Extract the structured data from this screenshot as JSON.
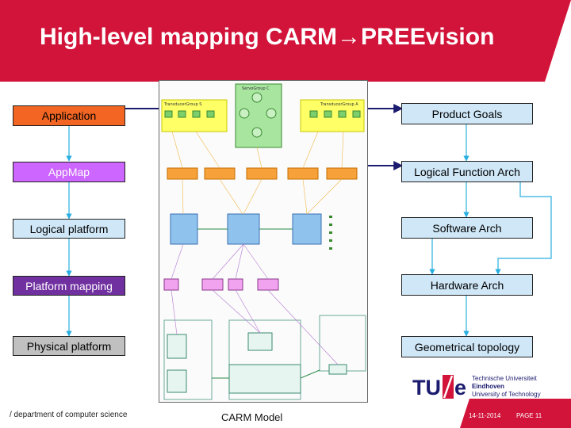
{
  "header": {
    "title": "High-level mapping CARM→PREEvision"
  },
  "left_column": [
    {
      "label": "Application",
      "bg": "#f26522",
      "fg": "#000000"
    },
    {
      "label": "AppMap",
      "bg": "#cc66ff",
      "fg": "#ffffff"
    },
    {
      "label": "Logical platform",
      "bg": "#cfe7f7",
      "fg": "#000000"
    },
    {
      "label": "Platform mapping",
      "bg": "#7030a0",
      "fg": "#ffffff"
    },
    {
      "label": "Physical platform",
      "bg": "#c0c0c0",
      "fg": "#000000"
    }
  ],
  "right_column": [
    {
      "label": "Product Goals"
    },
    {
      "label": "Logical Function Arch"
    },
    {
      "label": "Software Arch"
    },
    {
      "label": "Hardware Arch"
    },
    {
      "label": "Geometrical topology"
    }
  ],
  "diagram": {
    "servo_group": "ServoGroup C",
    "transducer_left": "TransducerGroup S",
    "transducer_right": "TransducerGroup A"
  },
  "caption": "CARM Model",
  "footer": {
    "dept": "/ department of computer science",
    "date": "14-11-2014",
    "page": "PAGE 11"
  },
  "logo": {
    "line1": "Technische Universiteit",
    "line2": "Eindhoven",
    "line3": "University of Technology"
  },
  "colors": {
    "brand_red": "#d2143a",
    "arrow_cyan": "#29aee0",
    "connector_navy": "#1b1b6f",
    "right_box_bg": "#cfe7f7"
  }
}
